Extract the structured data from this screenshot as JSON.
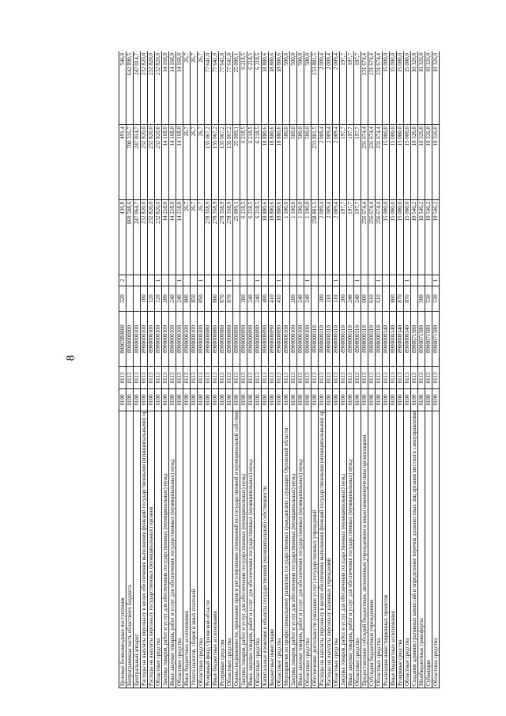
{
  "page_number": "8",
  "rows": [
    [
      "Целевые безвозмездные поступления",
      "0100",
      "0113",
      "80003R0860",
      "320",
      "2",
      "436,8",
      "491,4",
      "546,0"
    ],
    [
      "Непрограммная часть областного бюджета",
      "0100",
      "0113",
      "8900000000",
      "",
      "",
      "869 508,6",
      "700 316,7",
      "642 890,5"
    ],
    [
      "Центральный аппарат",
      "0100",
      "0113",
      "8900000100",
      "",
      "",
      "247 064,7",
      "247 014,7",
      "247 014,7"
    ],
    [
      "Расходы на выплаты персоналу в целях обеспечения выполнения функций государственными (муниципальными) органами, казенными учреждениями, органами управления государственными внебюджетными фондами",
      "0100",
      "0113",
      "8900000100",
      "100",
      "",
      "232 820,0",
      "232 820,0",
      "232 820,0"
    ],
    [
      "Расходы на выплаты персоналу государственных (муниципальных) органов",
      "0100",
      "0113",
      "8900000100",
      "120",
      "",
      "232 820,0",
      "232 820,0",
      "232 820,0"
    ],
    [
      "Областные средства",
      "0100",
      "0113",
      "8900000100",
      "120",
      "1",
      "232 820,0",
      "232 820,0",
      "232 820,0"
    ],
    [
      "Закупка товаров, работ и услуг для обеспечения государственных (муниципальных) нужд",
      "0100",
      "0113",
      "8900000100",
      "200",
      "",
      "14 218,0",
      "14 168,0",
      "14 168,0"
    ],
    [
      "Иные закупки товаров, работ и услуг для обеспечения государственных (муниципальных) нужд",
      "0100",
      "0113",
      "8900000100",
      "240",
      "",
      "14 218,0",
      "14 168,0",
      "14 168,0"
    ],
    [
      "Областные средства",
      "0100",
      "0113",
      "8900000100",
      "240",
      "1",
      "14 218,0",
      "14 168,0",
      "14 168,0"
    ],
    [
      "Иные бюджетные ассигнования",
      "0100",
      "0113",
      "8900000100",
      "800",
      "",
      "26,7",
      "26,7",
      "26,7"
    ],
    [
      "Уплата налогов, сборов и иных платежей",
      "0100",
      "0113",
      "8900000100",
      "850",
      "",
      "26,7",
      "26,7",
      "26,7"
    ],
    [
      "Областные средства",
      "0100",
      "0113",
      "8900000100",
      "850",
      "1",
      "26,7",
      "26,7",
      "26,7"
    ],
    [
      "Резервный фонд Орловской области",
      "0100",
      "0113",
      "8900000080",
      "",
      "",
      "278 358,9",
      "135 067,2",
      "77 641,0"
    ],
    [
      "Иные бюджетные ассигнования",
      "0100",
      "0113",
      "8900000080",
      "800",
      "",
      "278 358,9",
      "135 067,2",
      "77 641,0"
    ],
    [
      "Резервные средства",
      "0100",
      "0113",
      "8900000080",
      "870",
      "",
      "278 358,9",
      "135 067,2",
      "77 641,0"
    ],
    [
      "Областные средства",
      "0100",
      "0113",
      "8900000080",
      "870",
      "1",
      "278 358,9",
      "135 067,2",
      "77 641,0"
    ],
    [
      "Оценка недвижимости, признание прав и регулирование отношений по государственной и муниципальной собственности",
      "0100",
      "0113",
      "8900000090",
      "",
      "",
      "25 099,1",
      "25 099,1",
      "25 099,1"
    ],
    [
      "Закупка товаров, работ и услуг для обеспечения государственных (муниципальных) нужд",
      "0100",
      "0113",
      "8900000090",
      "200",
      "",
      "6 218,5",
      "6 218,5",
      "6 218,5"
    ],
    [
      "Иные закупки товаров, работ и услуг для обеспечения государственных (муниципальных) нужд",
      "0100",
      "0113",
      "8900000090",
      "240",
      "",
      "6 218,5",
      "6 218,5",
      "6 218,5"
    ],
    [
      "Областные средства",
      "0100",
      "0113",
      "8900000090",
      "240",
      "1",
      "6 218,5",
      "6 218,5",
      "6 218,5"
    ],
    [
      "Капитальные вложения в объекты государственной (муниципальной) собственности",
      "0100",
      "0113",
      "8900000090",
      "400",
      "",
      "18 880,6",
      "18 880,6",
      "18 880,6"
    ],
    [
      "Бюджетные инвестиции",
      "0100",
      "0113",
      "8900000090",
      "410",
      "",
      "18 880,6",
      "18 880,6",
      "18 880,6"
    ],
    [
      "Областные средства",
      "0100",
      "0113",
      "8900000090",
      "410",
      "1",
      "18 880,6",
      "18 880,6",
      "18 880,6"
    ],
    [
      "Мероприятия по профессиональному развитию государственных гражданских служащих Орловской области",
      "0100",
      "0113",
      "8900000100",
      "",
      "",
      "1 100,0",
      "500,0",
      "500,0"
    ],
    [
      "Закупка товаров, работ и услуг для обеспечения государственных (муниципальных) нужд",
      "0100",
      "0113",
      "8900000100",
      "200",
      "",
      "1 100,0",
      "500,0",
      "500,0"
    ],
    [
      "Иные закупки товаров, работ и услуг для обеспечения государственных (муниципальных) нужд",
      "0100",
      "0113",
      "8900000100",
      "240",
      "",
      "1 100,0",
      "500,0",
      "500,0"
    ],
    [
      "Областные средства",
      "0100",
      "0113",
      "8900000100",
      "240",
      "1",
      "1 100,0",
      "500,0",
      "500,0"
    ],
    [
      "Обеспечение деятельности (оказание услуг) государственных учреждений",
      "0100",
      "0113",
      "8900000110",
      "",
      "",
      "258 881,5",
      "233 881,5",
      "233 881,5"
    ],
    [
      "Расходы на выплаты персоналу в целях обеспечения выполнения функций государственными (муниципальными) органами, казенными учреждениями, органами управления государственными внебюджетными фондами",
      "0100",
      "0113",
      "8900000110",
      "100",
      "",
      "2 009,4",
      "2 009,4",
      "2 009,4"
    ],
    [
      "Расходы на выплаты персоналу казенных учреждений",
      "0100",
      "0113",
      "8900000110",
      "110",
      "",
      "2 009,4",
      "2 009,4",
      "2 009,4"
    ],
    [
      "Областные средства",
      "0100",
      "0113",
      "8900000110",
      "110",
      "1",
      "2 009,4",
      "2 009,4",
      "2 009,4"
    ],
    [
      "Закупка товаров, работ и услуг для обеспечения государственных (муниципальных) нужд",
      "0100",
      "0113",
      "8900000110",
      "200",
      "",
      "197,7",
      "197,7",
      "197,7"
    ],
    [
      "Иные закупки товаров, работ и услуг для обеспечения государственных (муниципальных) нужд",
      "0100",
      "0113",
      "8900000110",
      "240",
      "",
      "197,7",
      "197,7",
      "197,7"
    ],
    [
      "Областные средства",
      "0100",
      "0113",
      "8900000110",
      "240",
      "1",
      "197,7",
      "197,7",
      "197,7"
    ],
    [
      "Предоставление субсидий бюджетным, автономным учреждениям и иным некоммерческим организациям",
      "0100",
      "0113",
      "8900000110",
      "600",
      "",
      "256 674,4",
      "231 674,4",
      "231 674,4"
    ],
    [
      "Субсидии бюджетным учреждениям",
      "0100",
      "0113",
      "8900000110",
      "610",
      "",
      "256 674,4",
      "231 674,4",
      "231 674,4"
    ],
    [
      "Областные средства",
      "0100",
      "0113",
      "8900000110",
      "610",
      "1",
      "256 674,4",
      "231 674,4",
      "231 674,4"
    ],
    [
      "Реализация инвестиционных проектов",
      "0100",
      "0113",
      "8900000140",
      "",
      "",
      "15 000,0",
      "15 000,0",
      "15 000,0"
    ],
    [
      "Иные бюджетные ассигнования",
      "0100",
      "0113",
      "8900000140",
      "800",
      "",
      "15 000,0",
      "15 000,0",
      "15 000,0"
    ],
    [
      "Резервные средства",
      "0100",
      "0113",
      "8900000140",
      "870",
      "",
      "15 000,0",
      "15 000,0",
      "15 000,0"
    ],
    [
      "Областные средства",
      "0100",
      "0113",
      "8900000140",
      "870",
      "1",
      "15 000,0",
      "15 000,0",
      "15 000,0"
    ],
    [
      "Создание административных комиссий и определение перечня должностных лиц органов местного самоуправления, уполномоченных составлять протоколы об административных правонарушениях",
      "0100",
      "0113",
      "8900071580",
      "",
      "",
      "10 546,2",
      "10 326,0",
      "10 326,0"
    ],
    [
      "Межбюджетные трансферты",
      "0100",
      "0113",
      "8900071580",
      "500",
      "",
      "10 546,2",
      "10 326,0",
      "10 326,0"
    ],
    [
      "Субвенции",
      "0100",
      "0113",
      "8900071580",
      "530",
      "",
      "10 546,2",
      "10 326,0",
      "10 326,0"
    ],
    [
      "Областные средства",
      "0100",
      "0113",
      "8900071580",
      "530",
      "1",
      "10 546,2",
      "10 326,0",
      "10 326,0"
    ]
  ]
}
